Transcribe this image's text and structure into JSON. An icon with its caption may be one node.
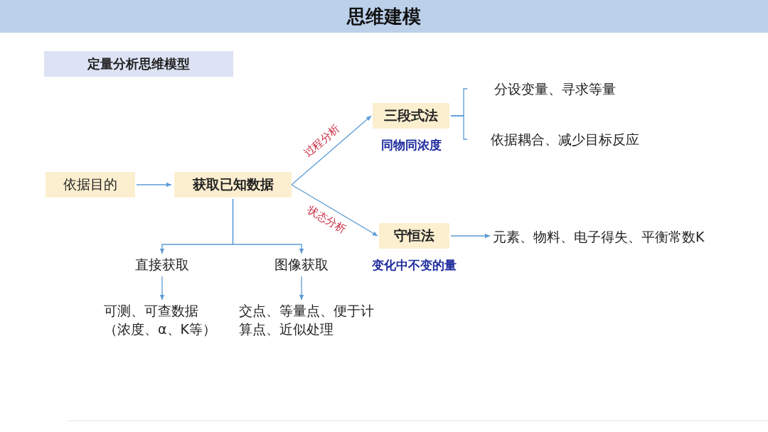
{
  "diagram": {
    "title": "思维建模",
    "nodes": [
      {
        "text": [
          "定量分析思维模型"
        ]
      },
      {
        "text": [
          "依据目的"
        ]
      },
      {
        "text": [
          "获取已知数据"
        ]
      },
      {
        "text": [
          "三段式法"
        ],
        "beside": [
          "同物同浓度"
        ]
      },
      {
        "text": [
          "分设变量、寻求等量"
        ]
      },
      {
        "text": [
          "依据耦合、减少目标反应"
        ]
      },
      {
        "text": [
          "守恒法"
        ],
        "beside": [
          "变化中不变的量"
        ]
      },
      {
        "text": [
          "元素、物料、电子得失、平衡常数K"
        ]
      },
      {
        "text": [
          "直接获取"
        ]
      },
      {
        "text": [
          "图像获取"
        ]
      },
      {
        "text": [
          "可测、可查数据（浓度、α、K等）"
        ]
      },
      {
        "text": [
          "交点、等量点、便于计算点、近似处理"
        ]
      }
    ],
    "edges": [
      {
        "from": 1,
        "to": 2,
        "arrow": "to"
      },
      {
        "from": 2,
        "to": 3,
        "arrow": "to",
        "label": "过程分析"
      },
      {
        "from": 2,
        "to": 6,
        "arrow": "to",
        "label": "状态分析"
      },
      {
        "from": 3,
        "to": 4,
        "arrow": "none"
      },
      {
        "from": 3,
        "to": 5,
        "arrow": "none"
      },
      {
        "from": 6,
        "to": 7,
        "arrow": "to"
      },
      {
        "from": 2,
        "to": 8,
        "arrow": "to"
      },
      {
        "from": 2,
        "to": 9,
        "arrow": "to"
      },
      {
        "from": 8,
        "to": 10,
        "arrow": "to"
      },
      {
        "from": 9,
        "to": 11,
        "arrow": "to"
      }
    ]
  }
}
